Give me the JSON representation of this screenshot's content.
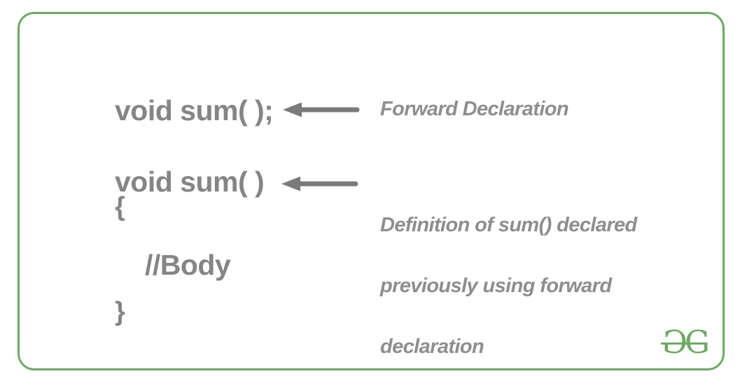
{
  "colors": {
    "accent_green": "#6caa61",
    "text_gray": "#858585",
    "arrow_gray": "#7a7a7a",
    "annotation_gray": "#8e8e8e"
  },
  "code": {
    "declaration": "void sum( );",
    "definition": "void sum( )",
    "open_brace": "{",
    "comment": "//Body",
    "close_brace": "}"
  },
  "labels": {
    "forward": "Forward Declaration",
    "definition_lines": [
      "Definition of sum() declared",
      "previously using forward",
      "declaration"
    ]
  },
  "logo": {
    "left_letter": "G",
    "right_letter": "G"
  }
}
